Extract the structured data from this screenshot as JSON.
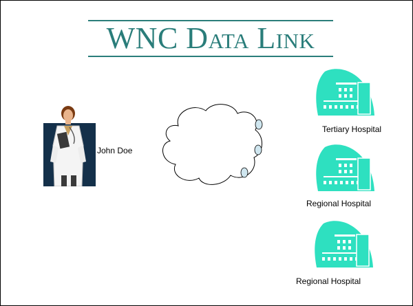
{
  "title": "WNC Data Link",
  "person": {
    "name": "John Doe",
    "icon": "doctor-icon"
  },
  "network": {
    "icon": "cloud-icon"
  },
  "hospitals": [
    {
      "label": "Tertiary Hospital",
      "icon": "hospital-icon"
    },
    {
      "label": "Regional Hospital",
      "icon": "hospital-icon"
    },
    {
      "label": "Regional Hospital",
      "icon": "hospital-icon"
    }
  ],
  "colors": {
    "accent": "#2a7d7a",
    "hospital_fill": "#2ee0c0",
    "doctor_backdrop": "#14304a"
  }
}
